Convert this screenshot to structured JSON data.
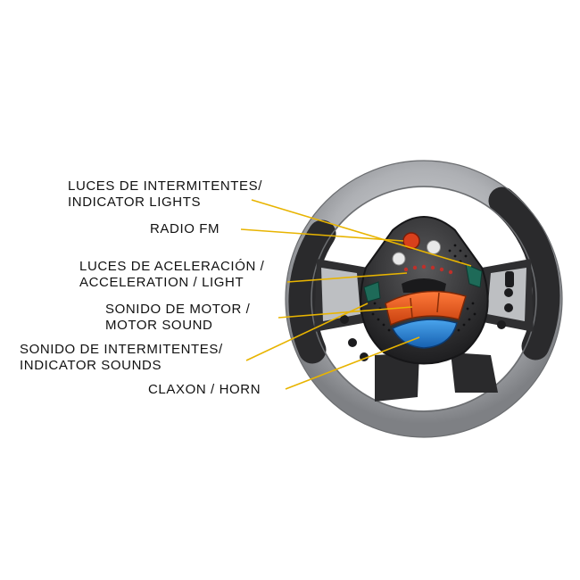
{
  "labels": {
    "indicator_lights": [
      "LUCES DE INTERMITENTES/",
      "INDICATOR LIGHTS"
    ],
    "radio": [
      "RADIO FM"
    ],
    "acceleration": [
      "LUCES DE ACELERACIÓN /",
      "ACCELERATION / LIGHT"
    ],
    "motor": [
      "SONIDO DE MOTOR /",
      "MOTOR SOUND"
    ],
    "indicator_sounds": [
      "SONIDO DE INTERMITENTES/",
      "INDICATOR SOUNDS"
    ],
    "horn": [
      "CLAXON / HORN"
    ]
  },
  "colors": {
    "leader_line": "#e8b400",
    "rim_silver": "#b4b6ba",
    "grip_black": "#2a2a2c",
    "hub_dark": "#353536",
    "motor_button": "#e8521c",
    "horn_button": "#1e78c8",
    "radio_button": "#d8401c",
    "indicator_light": "#1e6a58"
  }
}
